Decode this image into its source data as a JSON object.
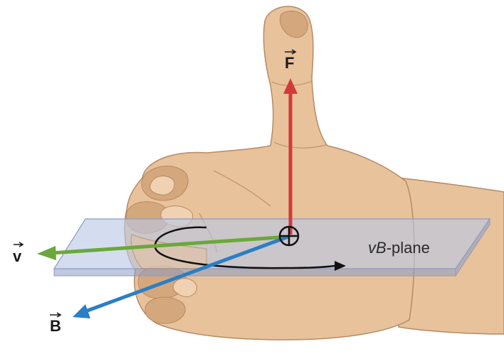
{
  "labels": {
    "force": "F",
    "velocity": "v",
    "field": "B",
    "plane_italic": "vB",
    "plane_rest": "-plane"
  },
  "colors": {
    "skin": "#e8c29b",
    "skin_shadow": "#d4a77d",
    "skin_outline": "#b78a63",
    "plane_fill": "#b9c8e6",
    "plane_edge": "#8a9cc4",
    "force_arrow": "#d23a3a",
    "velocity_arrow": "#6aa83a",
    "field_arrow": "#2b7fc4",
    "rotation_arrow": "#111111"
  },
  "icons": {
    "out_of_page_marker": "circle-plus-icon",
    "rotation": "curved-arrow-icon"
  }
}
